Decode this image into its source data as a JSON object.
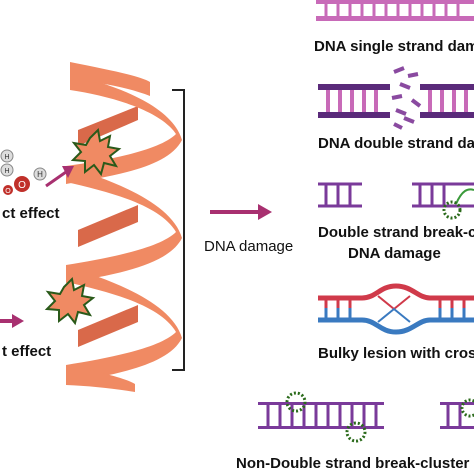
{
  "labels": {
    "direct_effect": "ct effect",
    "indirect_effect": "t effect",
    "dna_damage": "DNA damage",
    "single_strand": "DNA single strand dama",
    "double_strand": "DNA double strand da",
    "double_break_line1": "Double strand break-c",
    "double_break_line2": "DNA  damage",
    "bulky_lesion": "Bulky lesion with cros",
    "non_double": "Non-Double strand break-cluster"
  },
  "molecule": {
    "oxygen": "O",
    "hydrogen1": "H",
    "hydrogen2": "H",
    "small1": "H",
    "small2": "O"
  },
  "colors": {
    "helix": "#f08a63",
    "helix_dark": "#d9694a",
    "arrow": "#a83070",
    "single_strand": "#c86ab8",
    "double_strand": "#5a2a7a",
    "purple_line": "#7a3a9a",
    "lesion_green": "#3a7a2a",
    "bulky_red": "#d03a4a",
    "bulky_blue": "#3a7ac0"
  }
}
